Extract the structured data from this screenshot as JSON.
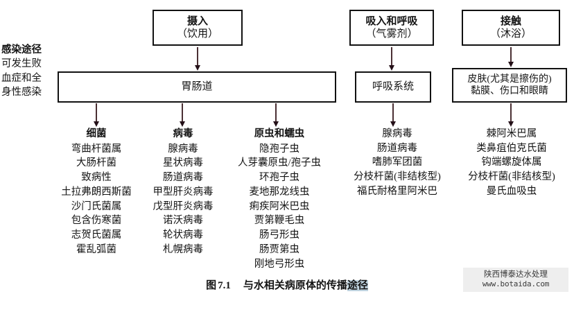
{
  "diagram": {
    "route_label": {
      "title": "感染途径",
      "line2": "可发生败",
      "line3": "血症和全",
      "line4": "身性感染"
    },
    "entry_boxes": [
      {
        "id": "ingestion",
        "line1": "摄入",
        "line2": "（饮用）"
      },
      {
        "id": "inhalation",
        "line1": "吸入和呼吸",
        "line2": "（气雾剂）"
      },
      {
        "id": "contact",
        "line1": "接触",
        "line2": "（沐浴）"
      }
    ],
    "target_boxes": [
      {
        "id": "gi",
        "line1": "胃肠道",
        "line2": ""
      },
      {
        "id": "resp",
        "line1": "呼吸系统",
        "line2": ""
      },
      {
        "id": "skin",
        "line1": "皮肤(尤其是擦伤的)",
        "line2": "黏膜、伤口和眼睛"
      }
    ],
    "columns": [
      {
        "id": "bacteria",
        "head": "细菌",
        "items": [
          "弯曲杆菌属",
          "大肠杆菌",
          "致病性",
          "土拉弗朗西斯菌",
          "沙门氏菌属",
          "包含伤寒菌",
          "志贺氏菌属",
          "霍乱弧菌"
        ]
      },
      {
        "id": "virus",
        "head": "病毒",
        "items": [
          "腺病毒",
          "星状病毒",
          "肠道病毒",
          "甲型肝炎病毒",
          "戊型肝炎病毒",
          "诺沃病毒",
          "轮状病毒",
          "札幌病毒"
        ]
      },
      {
        "id": "protozoa",
        "head": "原虫和蠕虫",
        "items": [
          "隐孢子虫",
          "人芽囊原虫/孢子虫",
          "环孢子虫",
          "麦地那龙线虫",
          "痢疾阿米巴虫",
          "贾第鞭毛虫",
          "肠弓形虫",
          "肠贾第虫",
          "刚地弓形虫"
        ]
      },
      {
        "id": "respiratory",
        "head": "",
        "items": [
          "腺病毒",
          "肠道病毒",
          "嗜肺军团菌",
          "分枝杆菌(非结核型)",
          "福氏耐格里阿米巴"
        ]
      },
      {
        "id": "contact",
        "head": "",
        "items": [
          "棘阿米巴属",
          "类鼻疽伯克氏菌",
          "钩端螺旋体属",
          "分枝杆菌(非结核型)",
          "曼氏血吸虫"
        ]
      }
    ],
    "caption": {
      "label": "图",
      "number": "7.1",
      "text_plain": "与水相关病原体的传播",
      "text_selected": "途径"
    },
    "watermark": {
      "line_cn": "陕西博泰达水处理",
      "line_url": "www.botaida.com"
    },
    "colors": {
      "box_border": "#111111",
      "arrow": "#4a2f33",
      "selection_highlight": "#bfd3df",
      "watermark_bg": "#eeeeee"
    }
  }
}
